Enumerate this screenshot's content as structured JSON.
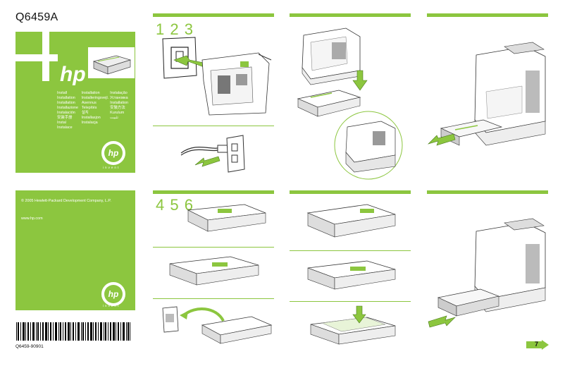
{
  "document": {
    "model_code": "Q6459A",
    "part_number": "Q6459-90901",
    "page_number": "7"
  },
  "cover": {
    "logo_text": "hp",
    "languages": [
      "Install",
      "Installation",
      "Instalação",
      "Installation",
      "Installeringsvejl.",
      "Установка",
      "Installation",
      "Asennus",
      "Installation",
      "Installazione",
      "Telepítés",
      "安裝方法",
      "Instalación",
      "설치",
      "Kurulum",
      "安装手册",
      "Installasjon",
      "تثبيت",
      "Instal",
      "Instalacja",
      "",
      "Instalace",
      "",
      ""
    ],
    "hp_badge": "hp",
    "invent": "invent"
  },
  "back": {
    "copyright": "© 2005 Hewlett-Packard Development Company, L.P.",
    "website": "www.hp.com",
    "hp_badge": "hp",
    "invent": "invent"
  },
  "steps": {
    "top_row": "1 2 3",
    "bottom_row": "4 5 6"
  },
  "colors": {
    "accent": "#8cc63f",
    "line": "#555555"
  }
}
